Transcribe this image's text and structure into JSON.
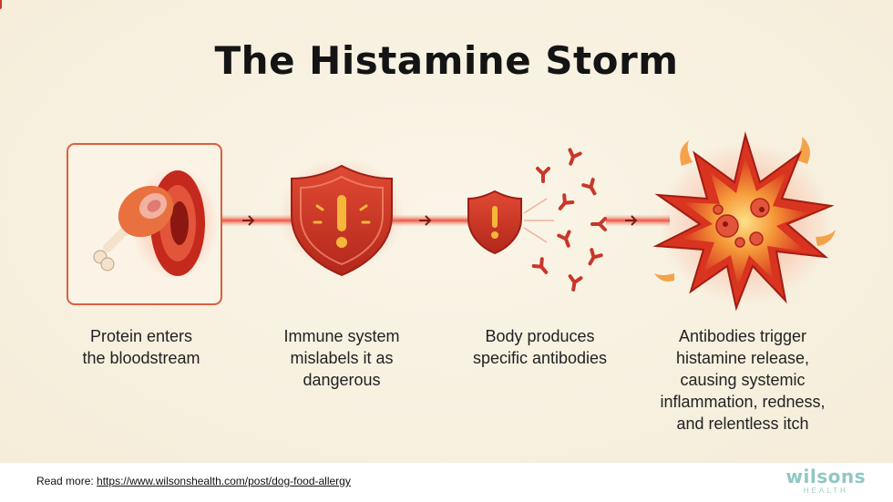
{
  "title": "The Histamine Storm",
  "steps": [
    {
      "icon": "protein-meat-icon",
      "caption": [
        "Protein enters",
        "the bloodstream"
      ]
    },
    {
      "icon": "immune-shield-icon",
      "caption": [
        "Immune system",
        "mislabels it as",
        "dangerous"
      ]
    },
    {
      "icon": "antibodies-icon",
      "caption": [
        "Body produces",
        "specific antibodies"
      ]
    },
    {
      "icon": "histamine-explosion-icon",
      "caption": [
        "Antibodies trigger",
        "histamine release,",
        "causing systemic",
        "inflammation, redness,",
        "and relentless itch"
      ]
    }
  ],
  "footer": {
    "read_more_label": "Read more:",
    "read_more_url": "https://www.wilsonshealth.com/post/dog-food-allergy",
    "brand_name": "wilsons",
    "brand_sub": "HEALTH"
  },
  "colors": {
    "accent_red": "#d93a2b",
    "dark_red": "#b0261b",
    "orange": "#f2822e",
    "brand_teal": "#8fc7c3"
  }
}
